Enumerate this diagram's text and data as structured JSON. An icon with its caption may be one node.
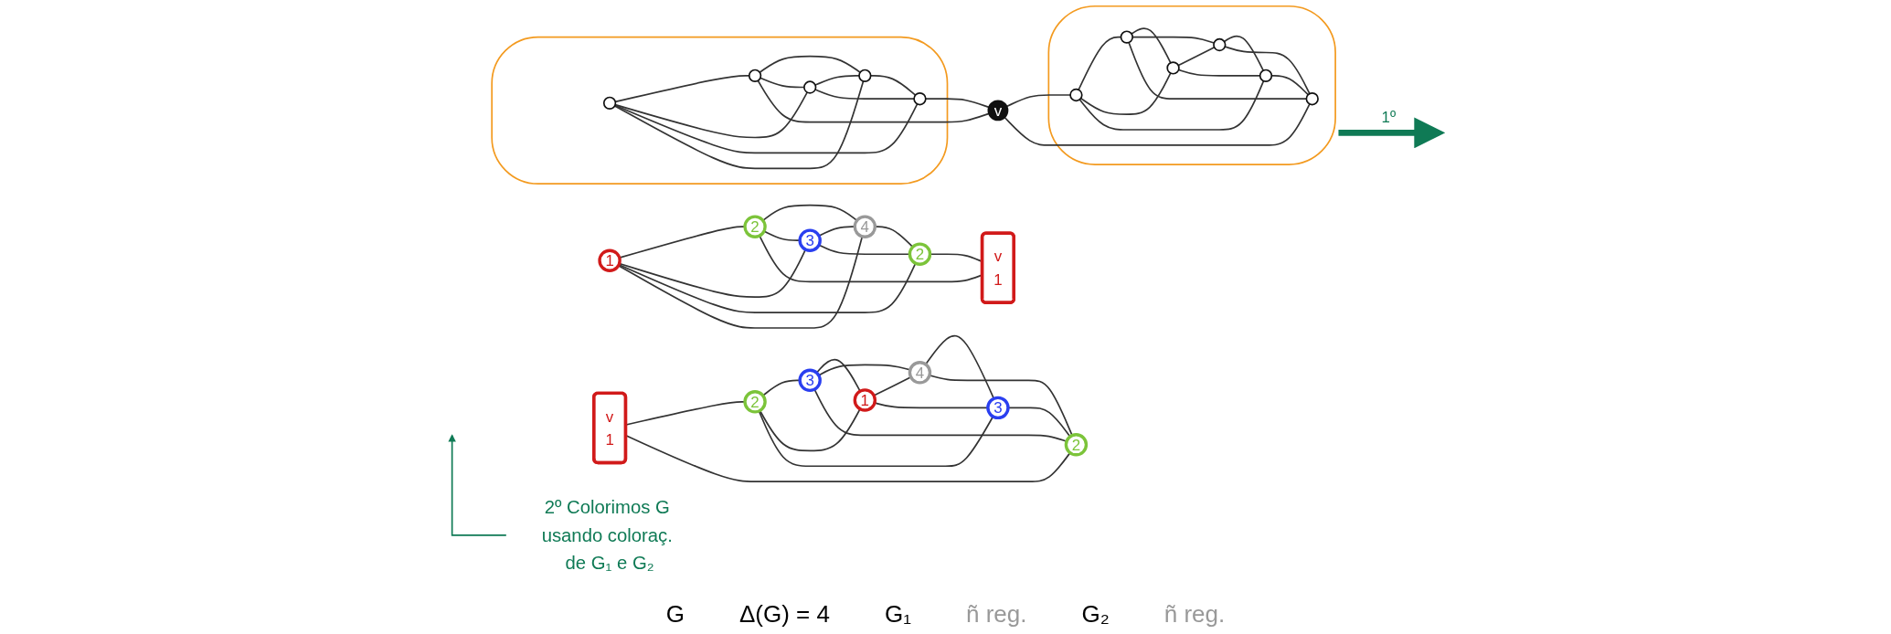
{
  "diagram": {
    "nodes": [
      {
        "text": [],
        "shape": "cloud"
      },
      {
        "text": [],
        "shape": "circle",
        "in": 0
      },
      {
        "text": [],
        "shape": "circle",
        "in": 0
      },
      {
        "text": [],
        "shape": "circle",
        "in": 0
      },
      {
        "text": [],
        "shape": "circle",
        "in": 0
      },
      {
        "text": [],
        "shape": "circle",
        "in": 0
      },
      {
        "text": [
          "v"
        ]
      },
      {
        "text": [],
        "shape": "cloud"
      },
      {
        "text": [],
        "shape": "circle",
        "in": 7
      },
      {
        "text": [],
        "shape": "circle",
        "in": 7
      },
      {
        "text": [],
        "shape": "circle",
        "in": 7
      },
      {
        "text": [],
        "shape": "circle",
        "in": 7
      },
      {
        "text": [],
        "shape": "circle",
        "in": 7
      },
      {
        "text": [],
        "shape": "circle",
        "in": 7
      },
      {
        "text": [
          "1"
        ]
      },
      {
        "text": [
          "2"
        ]
      },
      {
        "text": [
          "v",
          "1"
        ]
      },
      {
        "text": [
          "3"
        ]
      },
      {
        "text": [
          "4"
        ]
      },
      {
        "text": [
          "2"
        ]
      },
      {
        "text": [
          "v",
          "1"
        ]
      },
      {
        "text": [
          "2"
        ]
      },
      {
        "text": [
          "3"
        ]
      },
      {
        "text": [
          "1"
        ]
      },
      {
        "text": [
          "4"
        ]
      },
      {
        "text": [
          "3"
        ]
      },
      {
        "text": [
          "2"
        ]
      },
      {
        "text": [
          "2º Colorimos G usando coloraç. de G₁ e G₂"
        ]
      }
    ],
    "edges": [
      {
        "from": 1,
        "to": 2,
        "arrow": "none"
      },
      {
        "from": 1,
        "to": 3,
        "arrow": "none"
      },
      {
        "from": 1,
        "to": 5,
        "arrow": "none"
      },
      {
        "from": 1,
        "to": 4,
        "arrow": "none"
      },
      {
        "from": 2,
        "to": 4,
        "arrow": "none"
      },
      {
        "from": 2,
        "to": 3,
        "arrow": "none"
      },
      {
        "from": 2,
        "to": 6,
        "arrow": "none"
      },
      {
        "from": 3,
        "to": 4,
        "arrow": "none"
      },
      {
        "from": 3,
        "to": 5,
        "arrow": "none"
      },
      {
        "from": 4,
        "to": 5,
        "arrow": "none"
      },
      {
        "from": 5,
        "to": 6,
        "arrow": "none"
      },
      {
        "from": 6,
        "to": 8,
        "arrow": "none"
      },
      {
        "from": 6,
        "to": 13,
        "arrow": "none"
      },
      {
        "from": 8,
        "to": 9,
        "arrow": "none"
      },
      {
        "from": 8,
        "to": 10,
        "arrow": "none"
      },
      {
        "from": 8,
        "to": 12,
        "arrow": "none"
      },
      {
        "from": 9,
        "to": 10,
        "arrow": "none"
      },
      {
        "from": 9,
        "to": 11,
        "arrow": "none"
      },
      {
        "from": 9,
        "to": 13,
        "arrow": "none"
      },
      {
        "from": 10,
        "to": 11,
        "arrow": "none"
      },
      {
        "from": 10,
        "to": 12,
        "arrow": "none"
      },
      {
        "from": 11,
        "to": 12,
        "arrow": "none"
      },
      {
        "from": 11,
        "to": 13,
        "arrow": "none"
      },
      {
        "from": 12,
        "to": 13,
        "arrow": "none"
      },
      {
        "from": 14,
        "to": 15,
        "arrow": "none"
      },
      {
        "from": 14,
        "to": 17,
        "arrow": "none"
      },
      {
        "from": 14,
        "to": 19,
        "arrow": "none"
      },
      {
        "from": 14,
        "to": 18,
        "arrow": "none"
      },
      {
        "from": 15,
        "to": 18,
        "arrow": "none"
      },
      {
        "from": 15,
        "to": 17,
        "arrow": "none"
      },
      {
        "from": 15,
        "to": 16,
        "arrow": "none"
      },
      {
        "from": 17,
        "to": 18,
        "arrow": "none"
      },
      {
        "from": 17,
        "to": 19,
        "arrow": "none"
      },
      {
        "from": 18,
        "to": 19,
        "arrow": "none"
      },
      {
        "from": 19,
        "to": 16,
        "arrow": "none"
      },
      {
        "from": 20,
        "to": 21,
        "arrow": "none"
      },
      {
        "from": 20,
        "to": 26,
        "arrow": "none"
      },
      {
        "from": 21,
        "to": 22,
        "arrow": "none"
      },
      {
        "from": 21,
        "to": 23,
        "arrow": "none"
      },
      {
        "from": 21,
        "to": 25,
        "arrow": "none"
      },
      {
        "from": 22,
        "to": 23,
        "arrow": "none"
      },
      {
        "from": 22,
        "to": 24,
        "arrow": "none"
      },
      {
        "from": 22,
        "to": 26,
        "arrow": "none"
      },
      {
        "from": 23,
        "to": 24,
        "arrow": "none"
      },
      {
        "from": 23,
        "to": 25,
        "arrow": "none"
      },
      {
        "from": 24,
        "to": 25,
        "arrow": "none"
      },
      {
        "from": 24,
        "to": 26,
        "arrow": "none"
      },
      {
        "from": 25,
        "to": 26,
        "arrow": "none"
      },
      {
        "from": 7,
        "to": null,
        "arrow": "to",
        "label": "1º",
        "style": "thick",
        "color": "#0f7a55"
      },
      {
        "from": 27,
        "to": null,
        "arrow": "to",
        "color": "#0f7a55"
      }
    ],
    "labels": [
      "G",
      "Δ(G) = 4",
      "G₁",
      "ñ reg.",
      "G₂",
      "ñ reg."
    ]
  }
}
